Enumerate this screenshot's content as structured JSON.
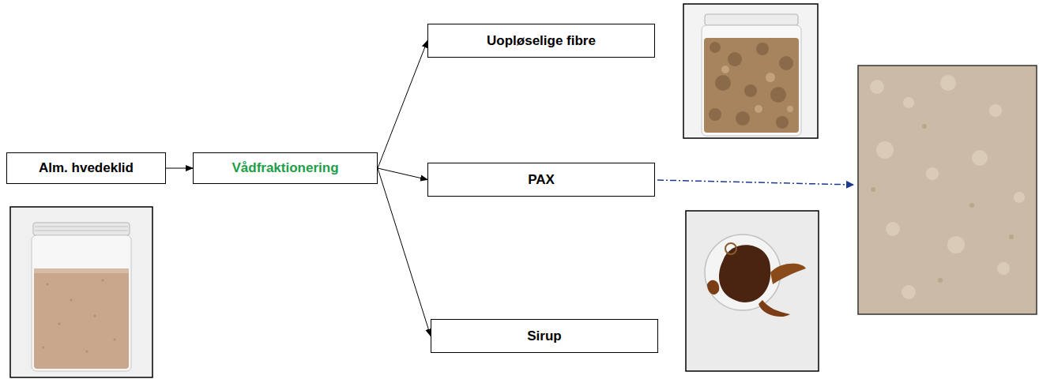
{
  "diagram": {
    "nodes": [
      {
        "text": [
          "Alm. hvedeklid"
        ]
      },
      {
        "text": [
          "Vådfraktionering"
        ]
      },
      {
        "text": [
          "Uopløselige fibre"
        ]
      },
      {
        "text": [
          "PAX"
        ]
      },
      {
        "text": [
          "Sirup"
        ]
      }
    ],
    "edges": [
      {
        "from": 0,
        "to": 1,
        "arrow": "to"
      },
      {
        "from": 1,
        "to": 2,
        "arrow": "to"
      },
      {
        "from": 1,
        "to": 3,
        "arrow": "to"
      },
      {
        "from": 1,
        "to": 4,
        "arrow": "to"
      }
    ]
  }
}
